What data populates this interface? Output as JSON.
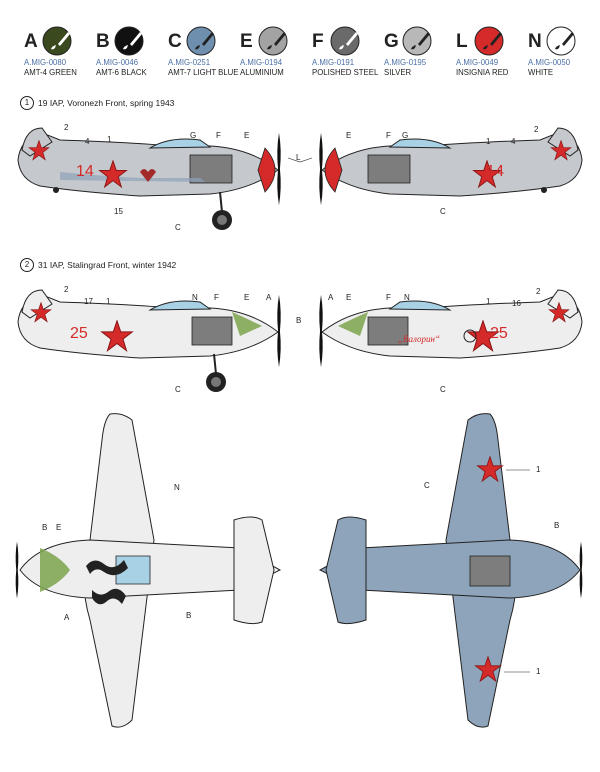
{
  "paints": [
    {
      "letter": "A",
      "code": "A.MIG-0080",
      "name": "AMT-4 GREEN",
      "color": "#3b4a1e"
    },
    {
      "letter": "B",
      "code": "A.MIG-0046",
      "name": "AMT-6 BLACK",
      "color": "#111111"
    },
    {
      "letter": "C",
      "code": "A.MIG-0251",
      "name": "AMT-7 LIGHT BLUE",
      "color": "#6e8fae"
    },
    {
      "letter": "E",
      "code": "A.MIG-0194",
      "name": "ALUMINIUM",
      "color": "#a3a3a3"
    },
    {
      "letter": "F",
      "code": "A.MIG-0191",
      "name": "POLISHED STEEL",
      "color": "#6a6a6a"
    },
    {
      "letter": "G",
      "code": "A.MIG-0195",
      "name": "SILVER",
      "color": "#b8b8b8"
    },
    {
      "letter": "L",
      "code": "A.MIG-0049",
      "name": "INSIGNIA RED",
      "color": "#d42a2a"
    },
    {
      "letter": "N",
      "code": "A.MIG-0050",
      "name": "WHITE",
      "color": "#ffffff"
    }
  ],
  "profiles": [
    {
      "number": "1",
      "caption": "19 IAP, Voronezh Front, spring 1943"
    },
    {
      "number": "2",
      "caption": "31 IAP, Stalingrad Front, winter 1942"
    }
  ],
  "markings": {
    "p1_tail_number": "14",
    "p2_tail_number": "25",
    "p2_slogan": "„Валорин“"
  },
  "callouts": {
    "top": {
      "left": [
        "1",
        "2",
        "4",
        "15",
        "G",
        "F",
        "E",
        "C"
      ],
      "center": "L",
      "right": [
        "E",
        "F",
        "G",
        "1",
        "4",
        "2",
        "C"
      ]
    },
    "mid": {
      "left": [
        "2",
        "17",
        "1",
        "N",
        "F",
        "E",
        "A",
        "C"
      ],
      "center": "B",
      "right": [
        "A",
        "E",
        "F",
        "N",
        "1",
        "16",
        "2",
        "C"
      ]
    },
    "bottom": {
      "left": [
        "N",
        "B",
        "E",
        "A",
        "B"
      ],
      "right": [
        "C",
        "1",
        "B",
        "1"
      ]
    }
  },
  "colors": {
    "fuselage_gray": "#c5c8cc",
    "winter_white": "#eeeeee",
    "underside_blue": "#8ea4ba",
    "green": "#7aa34a",
    "red": "#d42a2a",
    "outline": "#222222"
  }
}
